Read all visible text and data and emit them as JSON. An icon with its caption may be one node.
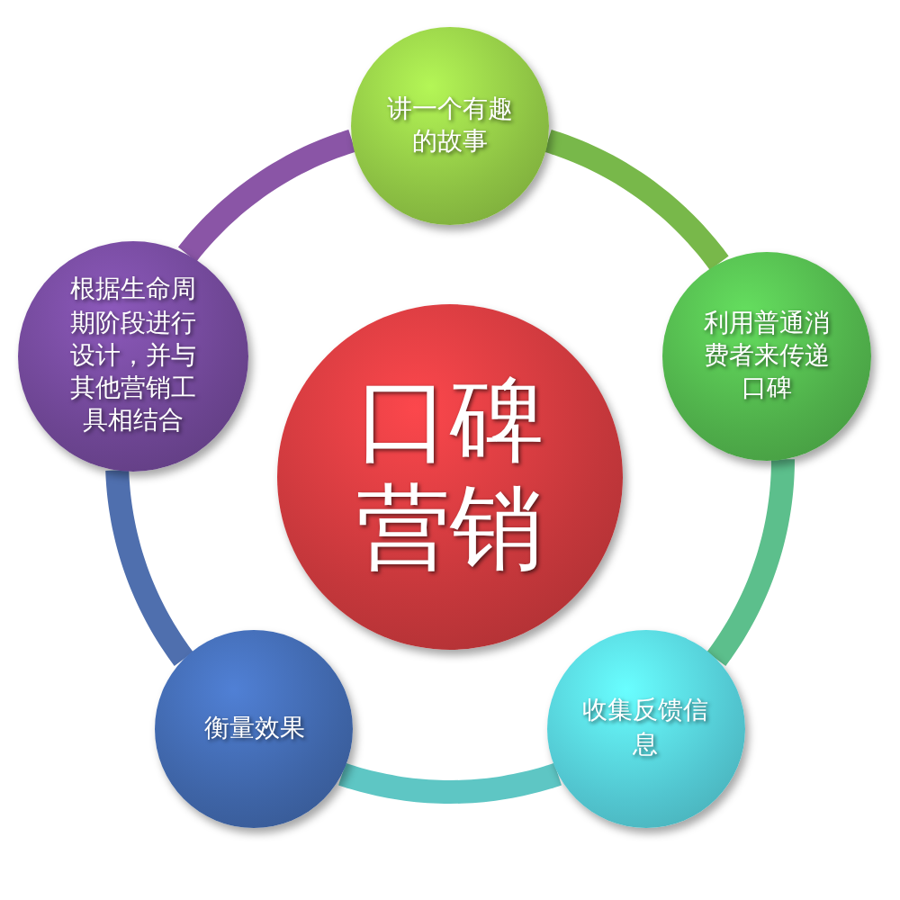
{
  "diagram": {
    "nodes": [
      {
        "text": [
          "讲一个有趣的故事"
        ]
      },
      {
        "text": [
          "利用普通消费者来传递口碑"
        ]
      },
      {
        "text": [
          "收集反馈信息"
        ]
      },
      {
        "text": [
          "衡量效果"
        ]
      },
      {
        "text": [
          "根据生命周期阶段进行设计，并与其他营销工具相结合"
        ]
      },
      {
        "text": [
          "口碑营销"
        ]
      }
    ],
    "edges": [
      {
        "from": 0,
        "to": 1,
        "arrow": "none",
        "color": "#78b84a"
      },
      {
        "from": 1,
        "to": 2,
        "arrow": "none",
        "color": "#5cbf8c"
      },
      {
        "from": 2,
        "to": 3,
        "arrow": "none",
        "color": "#5ec6c4"
      },
      {
        "from": 3,
        "to": 4,
        "arrow": "none",
        "color": "#4f6fae"
      },
      {
        "from": 4,
        "to": 0,
        "arrow": "none",
        "color": "#8a55a6"
      }
    ]
  }
}
